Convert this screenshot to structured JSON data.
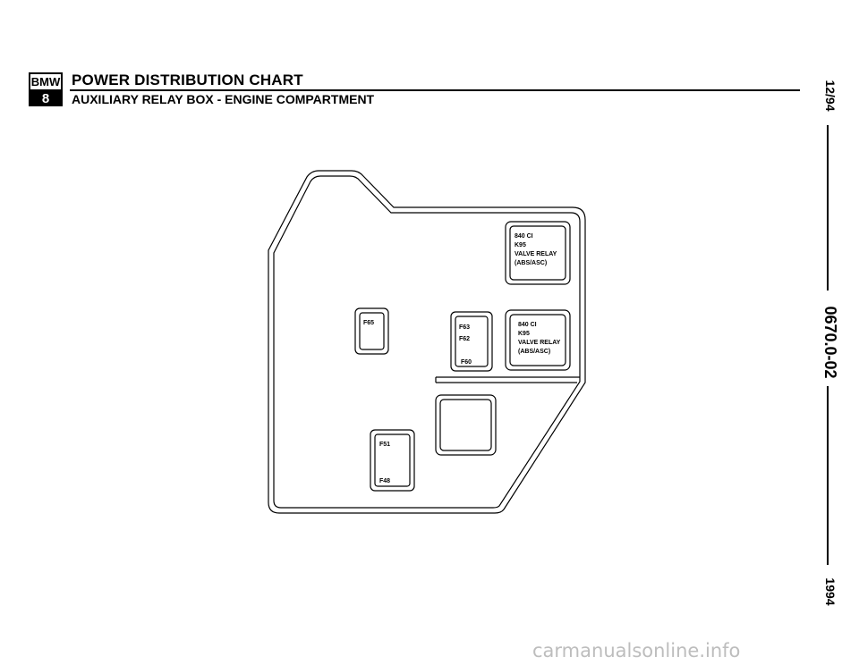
{
  "header": {
    "logo_top": "BMW",
    "logo_bottom": "8",
    "title": "POWER DISTRIBUTION CHART",
    "subtitle": "AUXILIARY RELAY BOX - ENGINE COMPARTMENT"
  },
  "margin": {
    "date": "12/94",
    "doc_number": "0670.0-02",
    "year": "1994"
  },
  "relays": {
    "upper": {
      "line1": "840 CI",
      "line2": "K95",
      "line3": "VALVE RELAY",
      "line4": "(ABS/ASC)"
    },
    "lower": {
      "line1": "840 CI",
      "line2": "K95",
      "line3": "VALVE RELAY",
      "line4": "(ABS/ASC)"
    }
  },
  "fuses": {
    "f65": "F65",
    "f63": "F63",
    "f62": "F62",
    "f60": "F60",
    "f51": "F51",
    "f48": "F48"
  },
  "watermark": "carmanualsonline.info"
}
